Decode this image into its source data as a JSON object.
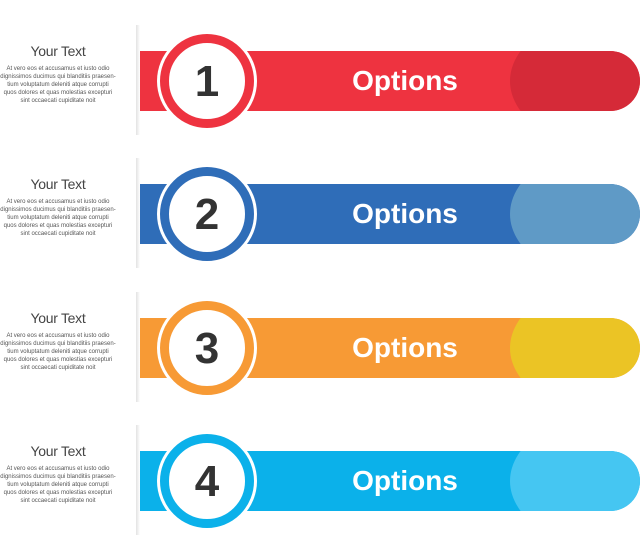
{
  "items": [
    {
      "number": "1",
      "label": "Options",
      "side_title": "Your Text",
      "side_body": "At vero eos et accusamus et iusto odio dignissimos ducimus qui blanditiis praesen-tium voluptatum deleniti atque corrupti quos dolores et quas molestias excepturi sint occaecati cupiditate noit",
      "color": "#ee3340",
      "shade_color": "#d52a38",
      "ring_color": "#ee3340"
    },
    {
      "number": "2",
      "label": "Options",
      "side_title": "Your Text",
      "side_body": "At vero eos et accusamus et iusto odio dignissimos ducimus qui blanditiis praesen-tium voluptatum deleniti atque corrupti quos dolores et quas molestias excepturi sint occaecati cupiditate noit",
      "color": "#2f6db8",
      "shade_color": "#5f9ac6",
      "ring_color": "#2f6db8"
    },
    {
      "number": "3",
      "label": "Options",
      "side_title": "Your Text",
      "side_body": "At vero eos et accusamus et iusto odio dignissimos ducimus qui blanditiis praesen-tium voluptatum deleniti atque corrupti quos dolores et quas molestias excepturi sint occaecati cupiditate noit",
      "color": "#f79a35",
      "shade_color": "#ebc425",
      "ring_color": "#f79a35"
    },
    {
      "number": "4",
      "label": "Options",
      "side_title": "Your Text",
      "side_body": "At vero eos et accusamus et iusto odio dignissimos ducimus qui blanditiis praesen-tium voluptatum deleniti atque corrupti quos dolores et quas molestias excepturi sint occaecati cupiditate noit",
      "color": "#0bb1ea",
      "shade_color": "#45c6f2",
      "ring_color": "#0bb1ea"
    }
  ]
}
